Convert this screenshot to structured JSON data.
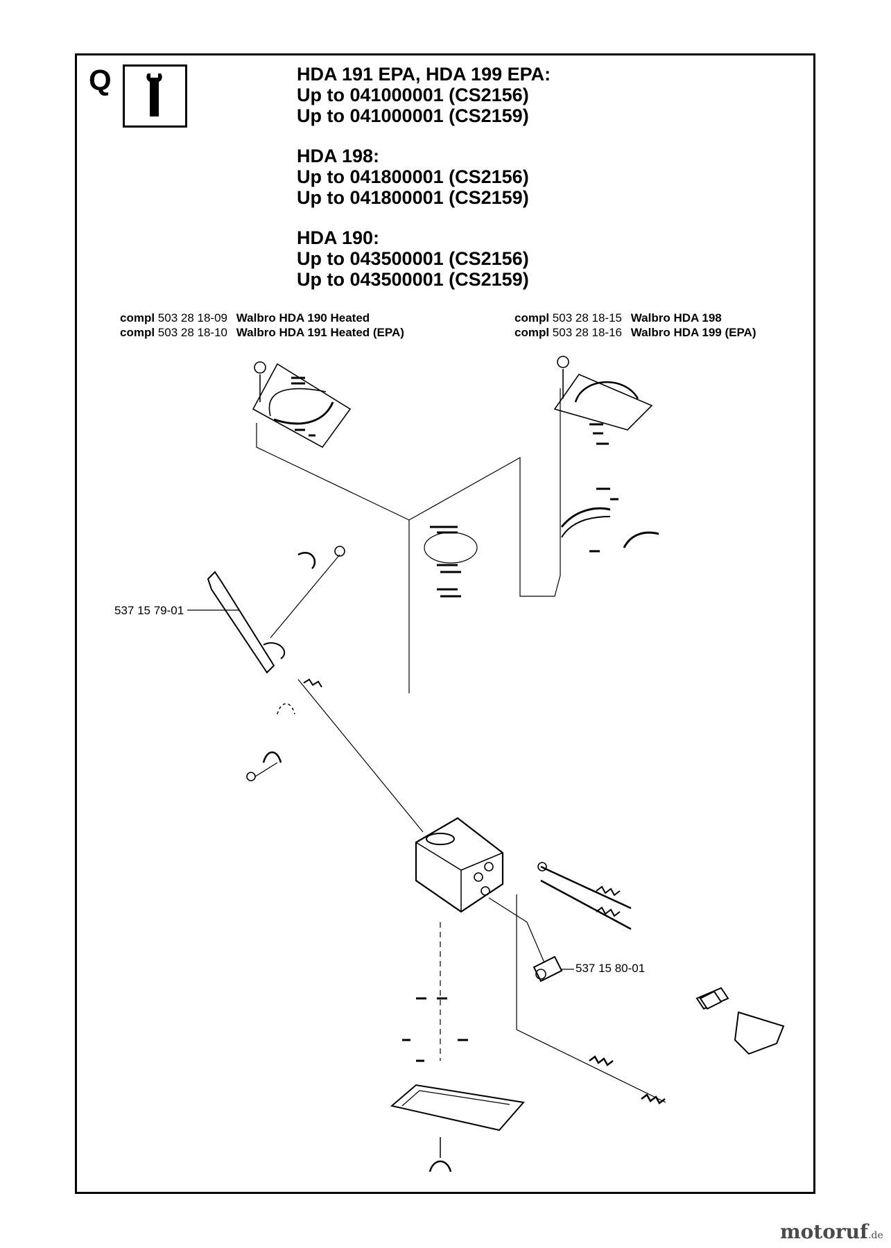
{
  "header": {
    "section_letter": "Q",
    "info_icon": "wrench-info-icon"
  },
  "headings": [
    {
      "lines": [
        "HDA 191 EPA, HDA 199 EPA:",
        "Up to 041000001 (CS2156)",
        "Up to 041000001 (CS2159)"
      ]
    },
    {
      "lines": [
        "HDA 198:",
        "Up to 041800001 (CS2156)",
        "Up to 041800001 (CS2159)"
      ]
    },
    {
      "lines": [
        "HDA 190:",
        "Up to 043500001 (CS2156)",
        "Up to 043500001 (CS2159)"
      ]
    }
  ],
  "compl_left": [
    {
      "prefix": "compl",
      "number": "503 28 18-09",
      "model": "Walbro",
      "model_b": "HDA 190",
      "suffix": "Heated"
    },
    {
      "prefix": "compl",
      "number": "503 28 18-10",
      "model": "Walbro",
      "model_b": "HDA 191",
      "suffix": "Heated (EPA)"
    }
  ],
  "compl_right": [
    {
      "prefix": "compl",
      "number": "503 28 18-15",
      "model": "Walbro",
      "model_b": "HDA 198",
      "suffix": ""
    },
    {
      "prefix": "compl",
      "number": "503 28 18-16",
      "model": "Walbro",
      "model_b": "HDA 199",
      "suffix": "(EPA)"
    }
  ],
  "callouts": {
    "lever_part": "537 15 79-01",
    "fitting_part": "537 15 80-01"
  },
  "watermark": {
    "brand": "motoruf",
    "tld": ".de"
  }
}
